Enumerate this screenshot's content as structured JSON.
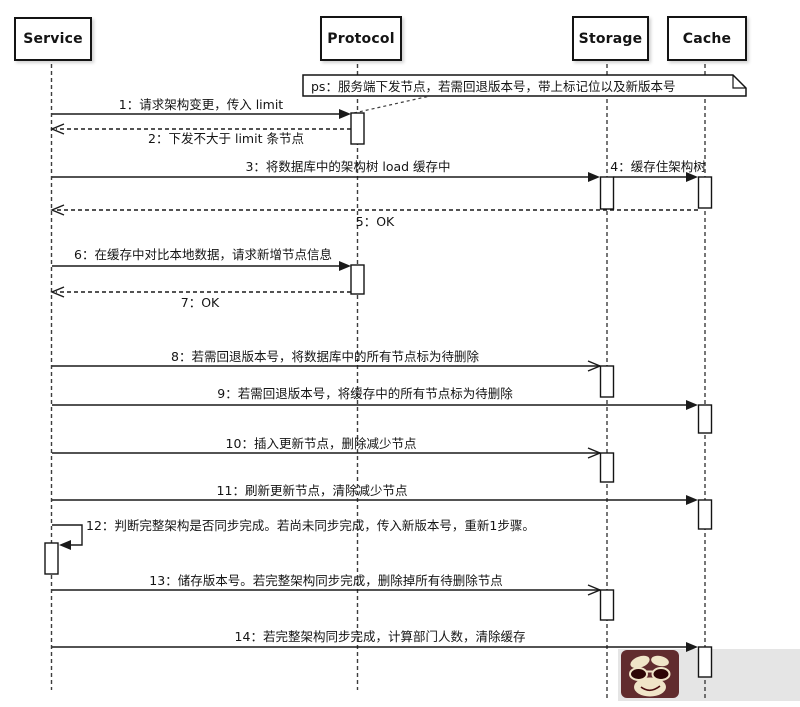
{
  "diagram_type": "uml-sequence-diagram",
  "participants": [
    {
      "id": "service",
      "label": "Service"
    },
    {
      "id": "protocol",
      "label": "Protocol"
    },
    {
      "id": "storage",
      "label": "Storage"
    },
    {
      "id": "cache",
      "label": "Cache"
    }
  ],
  "note": {
    "text": "ps：服务端下发节点，若需回退版本号，带上标记位以及新版本号"
  },
  "messages": [
    {
      "num": "1",
      "text": "1：请求架构变更，传入 limit",
      "from": "Service",
      "to": "Protocol",
      "style": "solid",
      "arrow": "filled"
    },
    {
      "num": "2",
      "text": "2：下发不大于 limit 条节点",
      "from": "Protocol",
      "to": "Service",
      "style": "dashed",
      "arrow": "open"
    },
    {
      "num": "3",
      "text": "3：将数据库中的架构树 load 缓存中",
      "from": "Service",
      "to": "Storage",
      "style": "solid",
      "arrow": "filled"
    },
    {
      "num": "4",
      "text": "4：缓存住架构树",
      "from": "Storage",
      "to": "Cache",
      "style": "solid",
      "arrow": "filled"
    },
    {
      "num": "5",
      "text": "5：OK",
      "from": "Cache",
      "to": "Service",
      "style": "dashed",
      "arrow": "open"
    },
    {
      "num": "6",
      "text": "6：在缓存中对比本地数据，请求新增节点信息",
      "from": "Service",
      "to": "Protocol",
      "style": "solid",
      "arrow": "filled"
    },
    {
      "num": "7",
      "text": "7：OK",
      "from": "Protocol",
      "to": "Service",
      "style": "dashed",
      "arrow": "open"
    },
    {
      "num": "8",
      "text": "8：若需回退版本号，将数据库中的所有节点标为待删除",
      "from": "Service",
      "to": "Storage",
      "style": "solid",
      "arrow": "open"
    },
    {
      "num": "9",
      "text": "9：若需回退版本号，将缓存中的所有节点标为待删除",
      "from": "Service",
      "to": "Cache",
      "style": "solid",
      "arrow": "filled"
    },
    {
      "num": "10",
      "text": "10：插入更新节点，删除减少节点",
      "from": "Service",
      "to": "Storage",
      "style": "solid",
      "arrow": "open"
    },
    {
      "num": "11",
      "text": "11：刷新更新节点，清除减少节点",
      "from": "Service",
      "to": "Cache",
      "style": "solid",
      "arrow": "filled"
    },
    {
      "num": "12",
      "text": "12：判断完整架构是否同步完成。若尚未同步完成，传入新版本号，重新1步骤。",
      "from": "Service",
      "to": "Service",
      "style": "solid",
      "arrow": "filled"
    },
    {
      "num": "13",
      "text": "13：储存版本号。若完整架构同步完成，删除掉所有待删除节点",
      "from": "Service",
      "to": "Storage",
      "style": "solid",
      "arrow": "open"
    },
    {
      "num": "14",
      "text": "14：若完整架构同步完成，计算部门人数，清除缓存",
      "from": "Service",
      "to": "Cache",
      "style": "solid",
      "arrow": "filled"
    }
  ],
  "watermark": {
    "logo": "monkey-face-icon"
  },
  "colors": {
    "line": "#1a1a1a",
    "background": "#ffffff",
    "watermark_band": "#cfcfcf",
    "watermark_logo_bg": "#4a0c0e",
    "watermark_face": "#f0e5c8"
  }
}
